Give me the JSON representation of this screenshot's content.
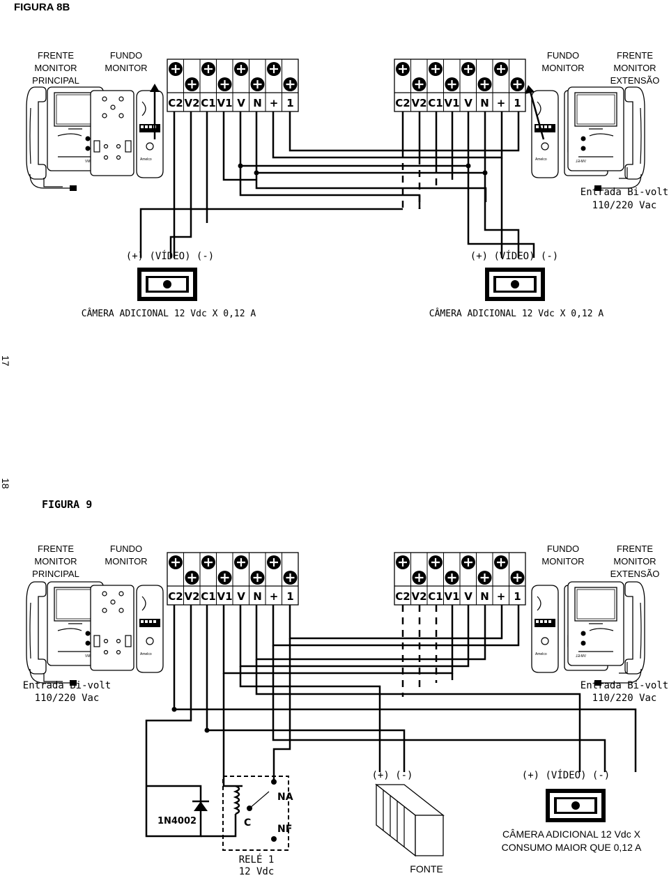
{
  "fig8b": {
    "title": "FIGURA 8B",
    "frente_principal": [
      "FRENTE",
      "MONITOR",
      "PRINCIPAL"
    ],
    "fundo_left": [
      "FUNDO",
      "MONITOR"
    ],
    "fundo_right": [
      "FUNDO",
      "MONITOR"
    ],
    "frente_extensao": [
      "FRENTE",
      "MONITOR",
      "EXTENSÃO"
    ],
    "terminals": [
      "C2",
      "V2",
      "C1",
      "V1",
      "V",
      "N",
      "+",
      "1"
    ],
    "entrada": [
      "Entrada Bi-volt",
      "110/220 Vac"
    ],
    "cam_pins_left": "(+) (VÍDEO) (-)",
    "cam_pins_right": "(+) (VÍDEO) (-)",
    "cam_label_left": "CÂMERA ADICIONAL 12 Vdc X 0,12 A",
    "cam_label_right": "CÂMERA ADICIONAL 12 Vdc X 0,12 A"
  },
  "page_numbers": {
    "top": "17",
    "bottom": "18"
  },
  "fig9": {
    "title": "FIGURA 9",
    "frente_principal": [
      "FRENTE",
      "MONITOR",
      "PRINCIPAL"
    ],
    "fundo_left": [
      "FUNDO",
      "MONITOR"
    ],
    "fundo_right": [
      "FUNDO",
      "MONITOR"
    ],
    "frente_extensao": [
      "FRENTE",
      "MONITOR",
      "EXTENSÃO"
    ],
    "terminals": [
      "C2",
      "V2",
      "C1",
      "V1",
      "V",
      "N",
      "+",
      "1"
    ],
    "entrada_left": [
      "Entrada Bi-volt",
      "110/220 Vac"
    ],
    "entrada_right": [
      "Entrada Bi-volt",
      "110/220 Vac"
    ],
    "fonte_pins": "(+) (-)",
    "fonte_label": "FONTE",
    "cam_pins": "(+) (VÍDEO) (-)",
    "cam_label": [
      "CÂMERA ADICIONAL 12 Vdc X",
      "CONSUMO MAIOR QUE 0,12 A"
    ],
    "diode_label": "1N4002",
    "relay_c": "C",
    "relay_na": "NA",
    "relay_nf": "NF",
    "relay_label": [
      "RELÉ 1",
      "12 Vdc"
    ]
  }
}
